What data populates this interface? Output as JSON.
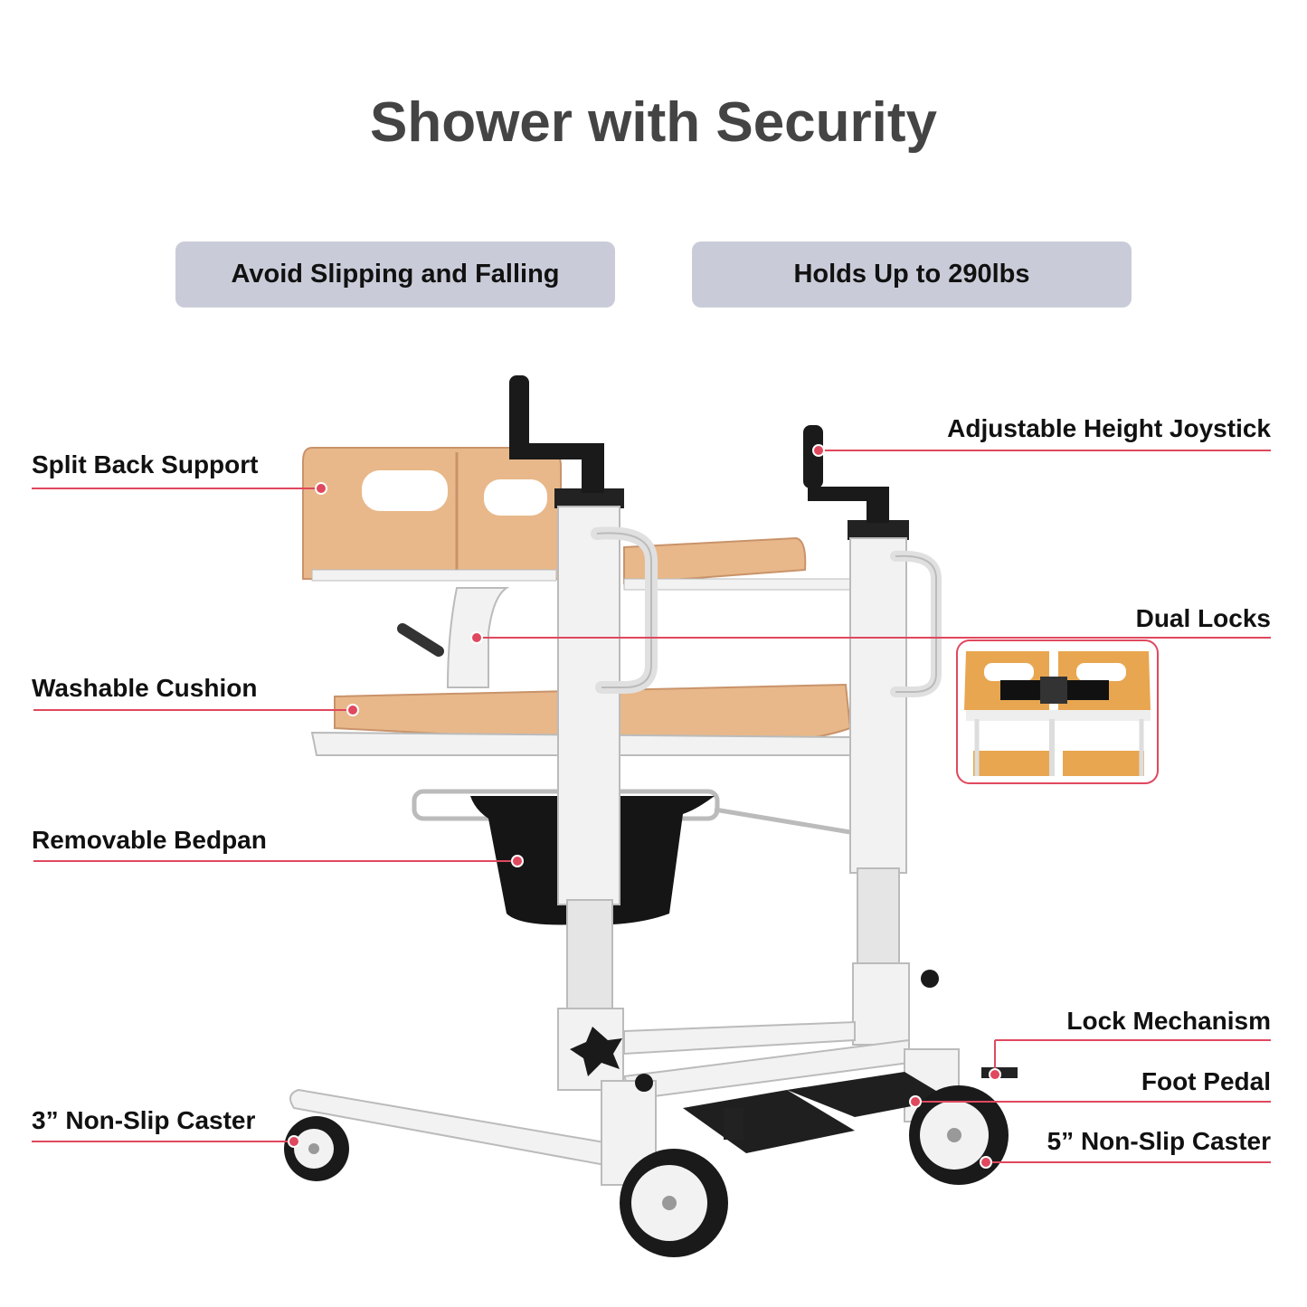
{
  "title": "Shower with Security",
  "badges": {
    "left": "Avoid Slipping and Falling",
    "right": "Holds Up to 290lbs"
  },
  "callouts": {
    "split_back_support": "Split Back Support",
    "washable_cushion": "Washable Cushion",
    "removable_bedpan": "Removable Bedpan",
    "non_slip_caster_3": "3” Non-Slip Caster",
    "adjustable_height_joystick": "Adjustable Height Joystick",
    "dual_locks": "Dual Locks",
    "lock_mechanism": "Lock Mechanism",
    "foot_pedal": "Foot Pedal",
    "non_slip_caster_5": "5” Non-Slip Caster"
  },
  "colors": {
    "accent_line": "#e0485e",
    "badge_bg": "#c9ccd8",
    "cushion": "#e8b88a",
    "frame": "#f2f2f2",
    "title": "#444444"
  }
}
